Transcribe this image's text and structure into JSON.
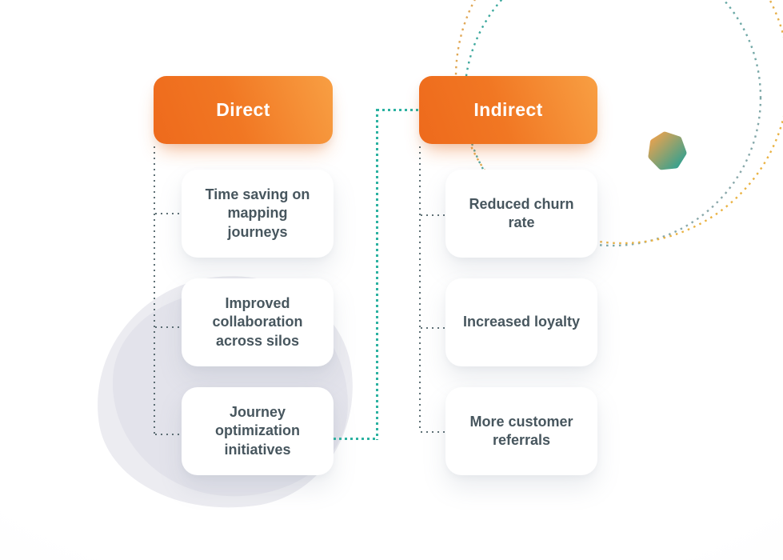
{
  "columns": [
    {
      "header": "Direct",
      "cards": [
        "Time saving on mapping journeys",
        "Improved collaboration across silos",
        "Journey optimization initiatives"
      ]
    },
    {
      "header": "Indirect",
      "cards": [
        "Reduced churn rate",
        "Increased loyalty",
        "More customer referrals"
      ]
    }
  ],
  "colors": {
    "header_gradient_start": "#ee6a1c",
    "header_gradient_end": "#f89f43",
    "header_text": "#ffffff",
    "card_background": "#ffffff",
    "card_text": "#47565e",
    "connector_gray": "#4d6066",
    "connector_teal": "#2cb2a1",
    "dotted_circle_teal": "#2aa89a",
    "dotted_circle_orange": "#e8a34c",
    "blob_gradient_orange": "#eda24d",
    "blob_gradient_teal": "#2da192",
    "background_blob_light": "#ececf1",
    "background_blob_dark": "#e3e3eb",
    "background": "#fdfdfd"
  }
}
